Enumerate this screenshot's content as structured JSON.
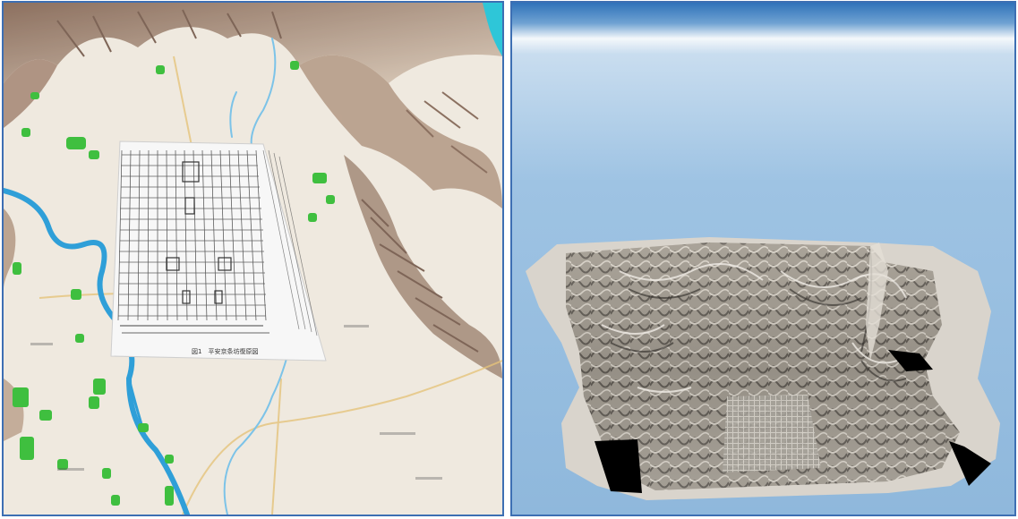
{
  "left_panel": {
    "description_name": "topographic-map-with-city-plan-overlay",
    "plan_caption": "図1　平安京条坊復原図",
    "colors": {
      "river": "#2f9fd8",
      "forest": "#3fbf3f",
      "mountain_shade": "#8a6a55",
      "paper": "#efe9df",
      "plan_sheet": "#f7f7f7",
      "plan_grid": "#444444"
    }
  },
  "right_panel": {
    "description_name": "3d-terrain-render",
    "colors": {
      "sky_top": "#2f72b9",
      "sky_haze": "#f4f8fb",
      "sky_bottom": "#9ec3e3",
      "terrain_light": "#d9d4cc",
      "terrain_mid": "#8d877e",
      "terrain_dark": "#3e3a35",
      "void": "#000000"
    }
  }
}
